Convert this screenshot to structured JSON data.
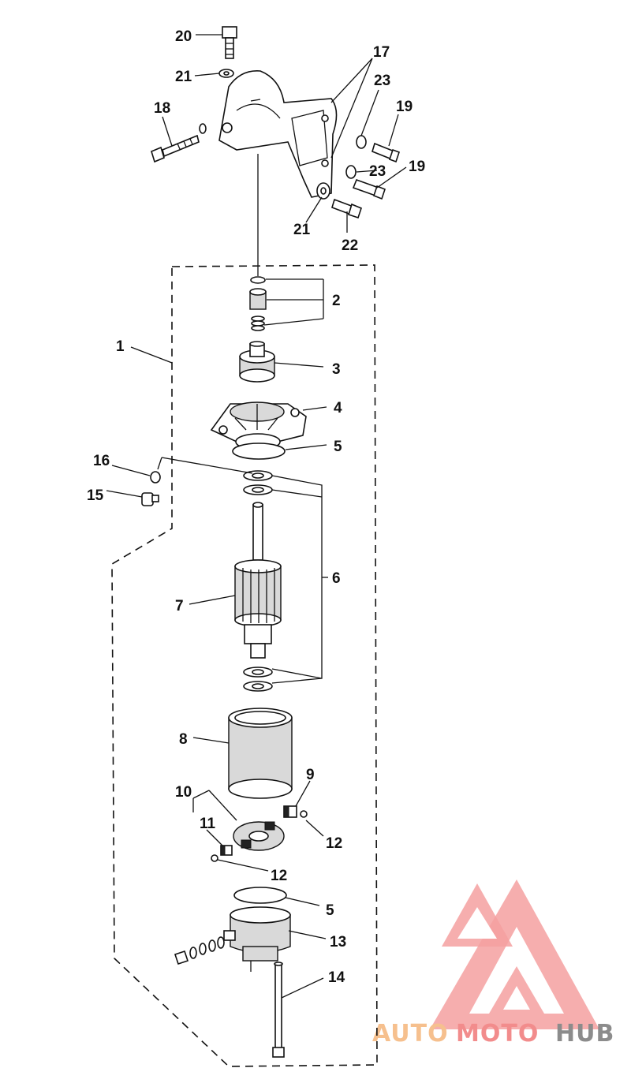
{
  "diagram": {
    "callouts": {
      "c1": "1",
      "c2": "2",
      "c3": "3",
      "c4": "4",
      "c5a": "5",
      "c5b": "5",
      "c6": "6",
      "c7": "7",
      "c8": "8",
      "c9": "9",
      "c10": "10",
      "c11": "11",
      "c12a": "12",
      "c12b": "12",
      "c13": "13",
      "c14": "14",
      "c15": "15",
      "c16": "16",
      "c17": "17",
      "c18": "18",
      "c19a": "19",
      "c19b": "19",
      "c20": "20",
      "c21a": "21",
      "c21b": "21",
      "c22": "22",
      "c23a": "23",
      "c23b": "23"
    }
  },
  "watermark": {
    "part1": "AUTO",
    "part2": "MOTO",
    "part3": "HUB",
    "color_light": "#f7c6a0",
    "color_mid": "#f08a8a",
    "color_dark": "#8a8a8a"
  }
}
